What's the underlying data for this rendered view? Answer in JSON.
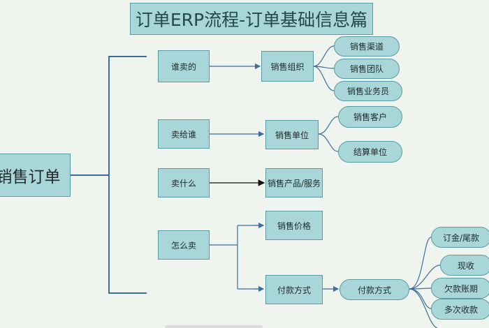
{
  "title": "订单ERP流程-订单基础信息篇",
  "root": "销售订单",
  "level1": [
    "谁卖的",
    "卖给谁",
    "卖什么",
    "怎么卖"
  ],
  "level2": {
    "org": "销售组织",
    "unit": "销售单位",
    "product": "销售产品/服务",
    "price": "销售价格",
    "payment": "付款方式"
  },
  "leaves": {
    "org": [
      "销售渠道",
      "销售团队",
      "销售业务员"
    ],
    "unit": [
      "销售客户",
      "结算单位"
    ],
    "payment_center": "付款方式",
    "payment": [
      "订金/尾款",
      "现收",
      "欠款账期",
      "多次收款"
    ]
  }
}
